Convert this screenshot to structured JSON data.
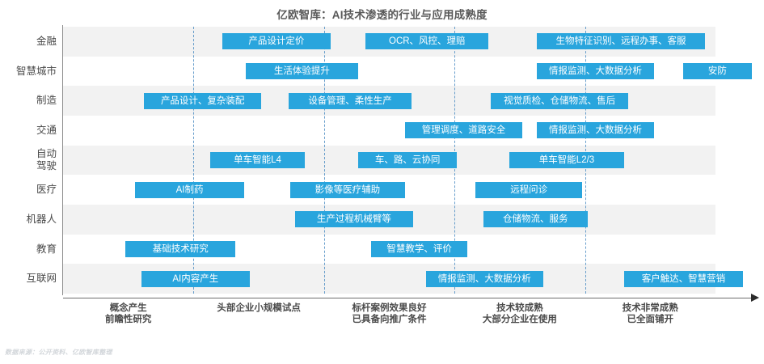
{
  "title": "亿欧智库：AI技术渗透的行业与应用成熟度",
  "source_note": "数据来源：公开资料、亿欧智库整理",
  "colors": {
    "bar": "#29a5dd",
    "band": "#f2f2f2",
    "band_alt": "#ffffff",
    "divider": "#4e8ec4",
    "axis": "#8c8c8c",
    "text": "#4a4a4a"
  },
  "chart_data": {
    "type": "bar",
    "title": "亿欧智库：AI技术渗透的行业与应用成熟度",
    "xlabel": "",
    "ylabel": "",
    "grid": false,
    "legend": "none",
    "stage_count": 5,
    "stages": [
      {
        "line1": "概念产生",
        "line2": "前瞻性研究"
      },
      {
        "line1": "头部企业小规模试点",
        "line2": ""
      },
      {
        "line1": "标杆案例效果良好",
        "line2": "已具备向推广条件"
      },
      {
        "line1": "技术较成熟",
        "line2": "大部分企业在使用"
      },
      {
        "line1": "技术非常成熟",
        "line2": "已全面铺开"
      }
    ],
    "categories": [
      "金融",
      "智慧城市",
      "制造",
      "交通",
      "自动驾驶",
      "医疗",
      "机器人",
      "教育",
      "互联网"
    ],
    "rows": [
      {
        "category": "金融",
        "label_lines": [
          "金融"
        ],
        "items": [
          {
            "text": "产品设计定价",
            "start": 1.22,
            "end": 2.05
          },
          {
            "text": "OCR、风控、理赔",
            "start": 2.32,
            "end": 3.26
          },
          {
            "text": "生物特征识别、远程办事、客服",
            "start": 3.63,
            "end": 4.92
          }
        ]
      },
      {
        "category": "智慧城市",
        "label_lines": [
          "智慧城市"
        ],
        "items": [
          {
            "text": "生活体验提升",
            "start": 1.4,
            "end": 2.26
          },
          {
            "text": "情报监测、大数据分析",
            "start": 3.63,
            "end": 4.53
          },
          {
            "text": "安防",
            "start": 4.75,
            "end": 5.28
          }
        ]
      },
      {
        "category": "制造",
        "label_lines": [
          "制造"
        ],
        "items": [
          {
            "text": "产品设计、复杂装配",
            "start": 0.62,
            "end": 1.52
          },
          {
            "text": "设备管理、柔性生产",
            "start": 1.73,
            "end": 2.67
          },
          {
            "text": "视觉质检、仓储物流、售后",
            "start": 3.28,
            "end": 4.33
          }
        ]
      },
      {
        "category": "交通",
        "label_lines": [
          "交通"
        ],
        "items": [
          {
            "text": "管理调度、道路安全",
            "start": 2.62,
            "end": 3.52
          },
          {
            "text": "情报监测、大数据分析",
            "start": 3.63,
            "end": 4.53
          }
        ]
      },
      {
        "category": "自动驾驶",
        "label_lines": [
          "自动",
          "驾驶"
        ],
        "items": [
          {
            "text": "单车智能L4",
            "start": 1.13,
            "end": 1.85
          },
          {
            "text": "车、路、云协同",
            "start": 2.26,
            "end": 3.02
          },
          {
            "text": "单车智能L2/3",
            "start": 3.42,
            "end": 4.3
          }
        ]
      },
      {
        "category": "医疗",
        "label_lines": [
          "医疗"
        ],
        "items": [
          {
            "text": "AI制药",
            "start": 0.55,
            "end": 1.39
          },
          {
            "text": "影像等医疗辅助",
            "start": 1.74,
            "end": 2.62
          },
          {
            "text": "远程问诊",
            "start": 3.16,
            "end": 3.98
          }
        ]
      },
      {
        "category": "机器人",
        "label_lines": [
          "机器人"
        ],
        "items": [
          {
            "text": "生产过程机械臂等",
            "start": 1.78,
            "end": 2.68
          },
          {
            "text": "仓储物流、服务",
            "start": 3.22,
            "end": 4.02
          }
        ]
      },
      {
        "category": "教育",
        "label_lines": [
          "教育"
        ],
        "items": [
          {
            "text": "基础技术研究",
            "start": 0.48,
            "end": 1.32
          },
          {
            "text": "智慧教学、评价",
            "start": 2.36,
            "end": 3.1
          }
        ]
      },
      {
        "category": "互联网",
        "label_lines": [
          "互联网"
        ],
        "items": [
          {
            "text": "AI内容产生",
            "start": 0.6,
            "end": 1.43
          },
          {
            "text": "情报监测、大数据分析",
            "start": 2.78,
            "end": 3.68
          },
          {
            "text": "客户触达、智慧营销",
            "start": 4.3,
            "end": 5.21
          }
        ]
      }
    ]
  }
}
